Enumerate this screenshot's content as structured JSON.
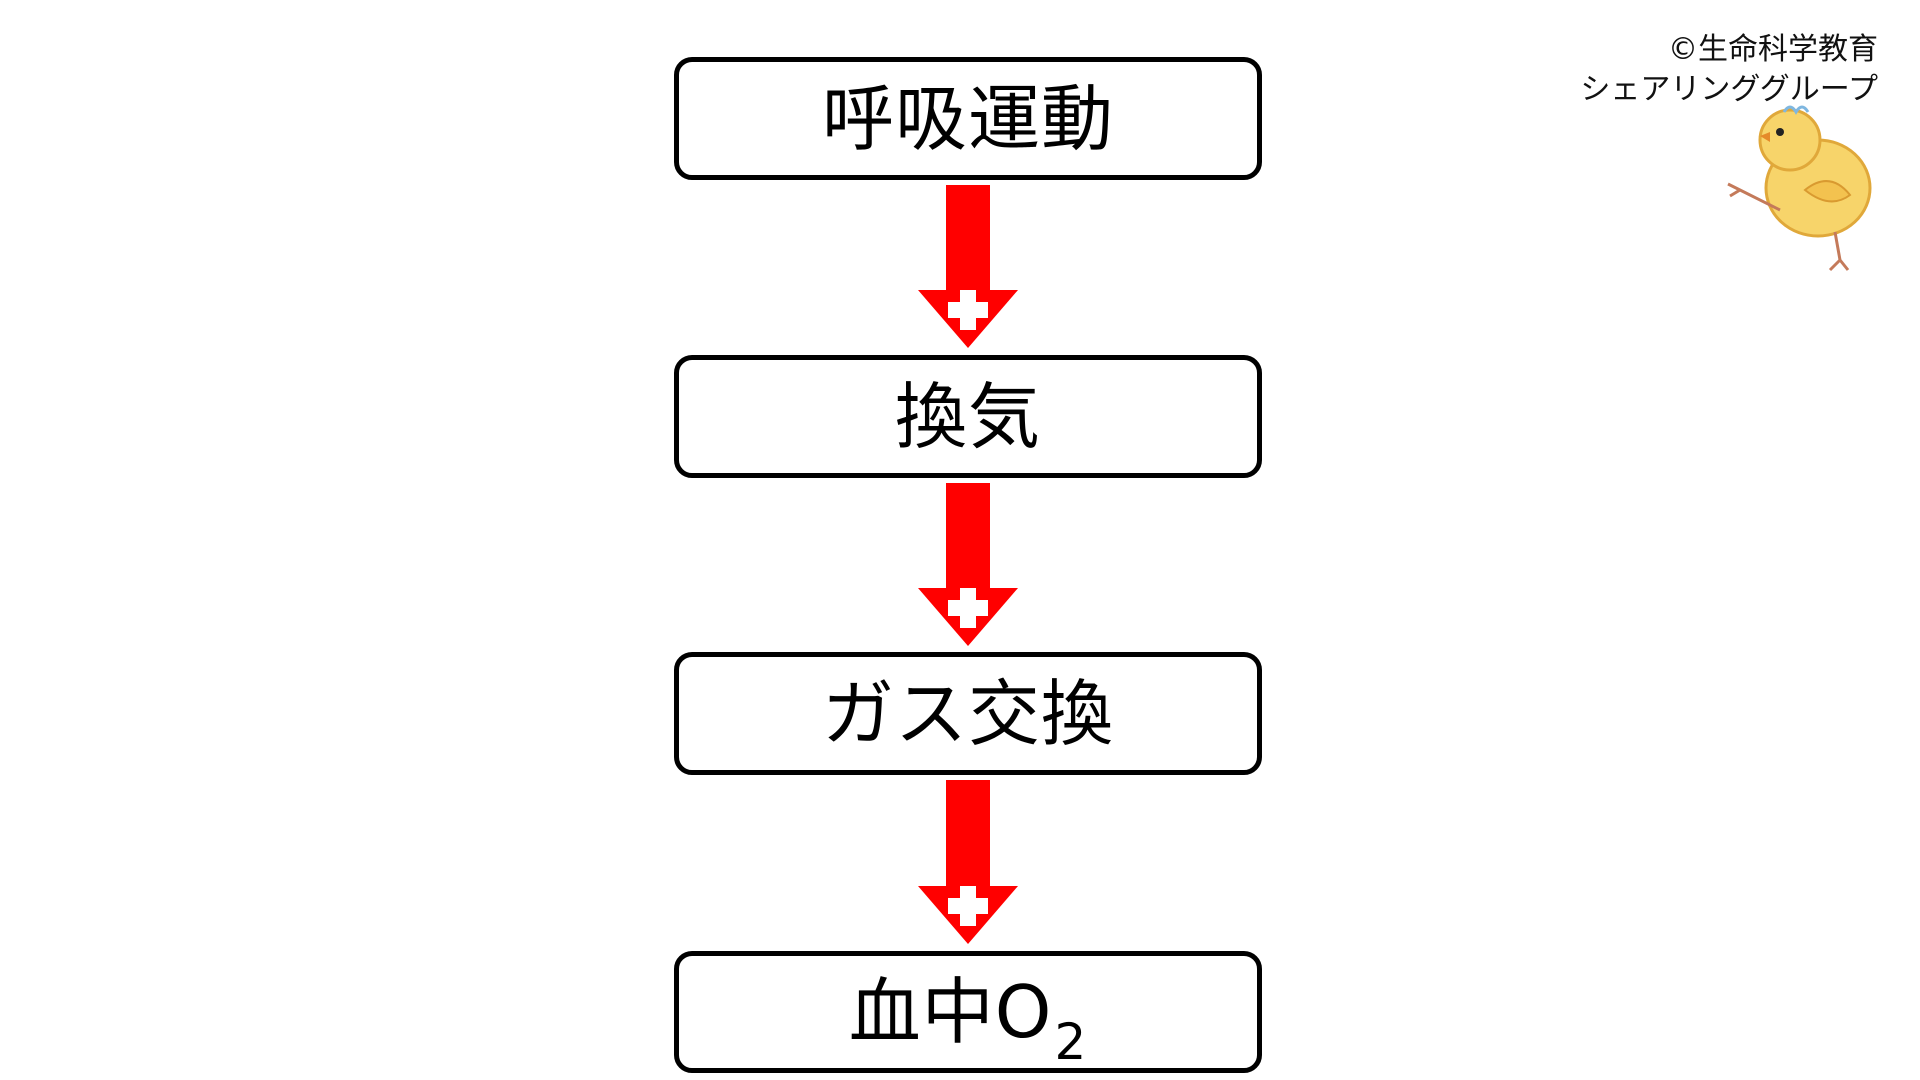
{
  "diagram": {
    "nodes": [
      {
        "id": "respiratory-movement",
        "label": "呼吸運動"
      },
      {
        "id": "ventilation",
        "label": "換気"
      },
      {
        "id": "gas-exchange",
        "label": "ガス交換"
      },
      {
        "id": "blood-o2",
        "label": "血中O",
        "subscript": "2"
      }
    ],
    "edges": [
      {
        "from": "respiratory-movement",
        "to": "ventilation",
        "sign": "+"
      },
      {
        "from": "ventilation",
        "to": "gas-exchange",
        "sign": "+"
      },
      {
        "from": "gas-exchange",
        "to": "blood-o2",
        "sign": "+"
      }
    ],
    "arrow_color": "#ff0000",
    "sign_color": "#ffffff"
  },
  "credit": {
    "line1": "©生命科学教育",
    "line2": "シェアリンググループ"
  },
  "mascot": {
    "icon": "chick-icon"
  }
}
